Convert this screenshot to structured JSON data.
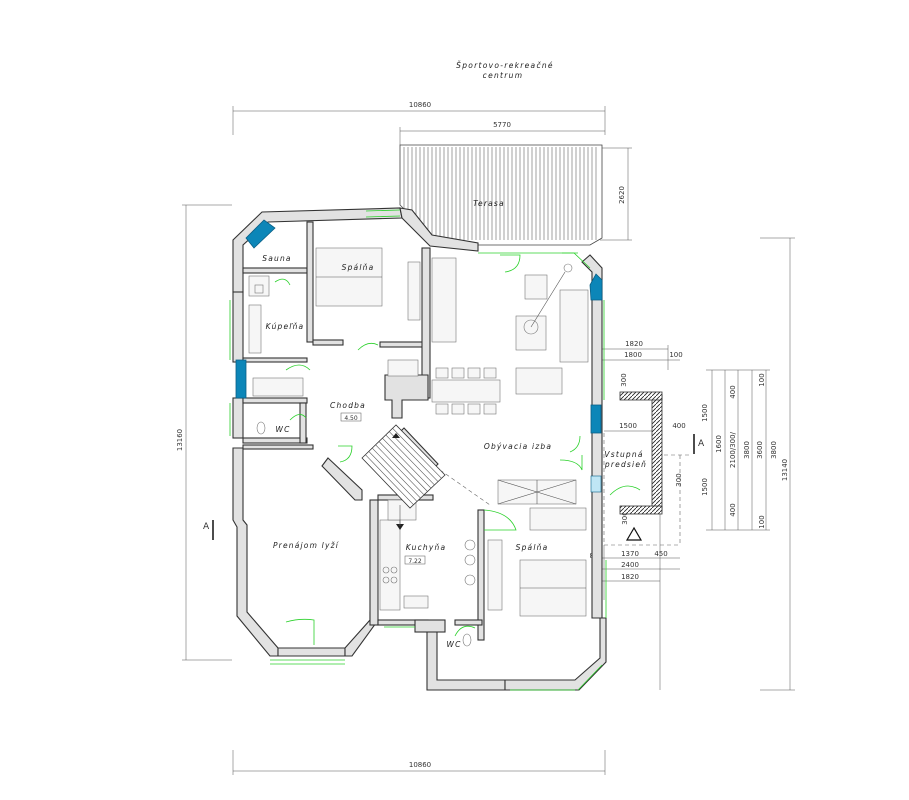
{
  "title": {
    "line1": "Športovo-rekreačné",
    "line2": "centrum"
  },
  "rooms": {
    "terasa": "Terasa",
    "sauna": "Sauna",
    "spalna1": "Spálňa",
    "kupelna": "Kúpeľňa",
    "chodba": "Chodba",
    "wc1": "WC",
    "obyvacia": "Obývacia izba",
    "vstupna_line1": "Vstupná",
    "vstupna_line2": "predsieň",
    "prenajom": "Prenájom lyží",
    "kuchyna": "Kuchyňa",
    "spalna2": "Spálňa",
    "wc2": "WC"
  },
  "dimensions": {
    "top_overall": "10860",
    "top_partial": "5770",
    "terrace_depth": "2620",
    "bottom_overall": "10860",
    "left_overall": "13160",
    "right_overall": "13140",
    "entry_1820_top": "1820",
    "entry_1800": "1800",
    "entry_100": "100",
    "entry_300_a": "300",
    "entry_1500": "1500",
    "entry_400": "400",
    "entry_300_b": "300",
    "entry_300_c": "300",
    "entry_80": "80",
    "entry_1370": "1370",
    "entry_450": "450",
    "entry_2400": "2400",
    "entry_1820_bottom": "1820",
    "v_100_top": "100",
    "v_400_top": "400",
    "v_1500_a": "1500",
    "v_1600": "1600",
    "v_2100": "2100/300/",
    "v_3800_a": "3800",
    "v_3600": "3600",
    "v_3800_b": "3800",
    "v_1500_b": "1500",
    "v_400_bottom": "400",
    "v_100_bottom": "100"
  },
  "section_markers": {
    "left": "A",
    "right": "A"
  },
  "area_tags": {
    "chodba": "4.50",
    "kuchyna": "7.22"
  }
}
